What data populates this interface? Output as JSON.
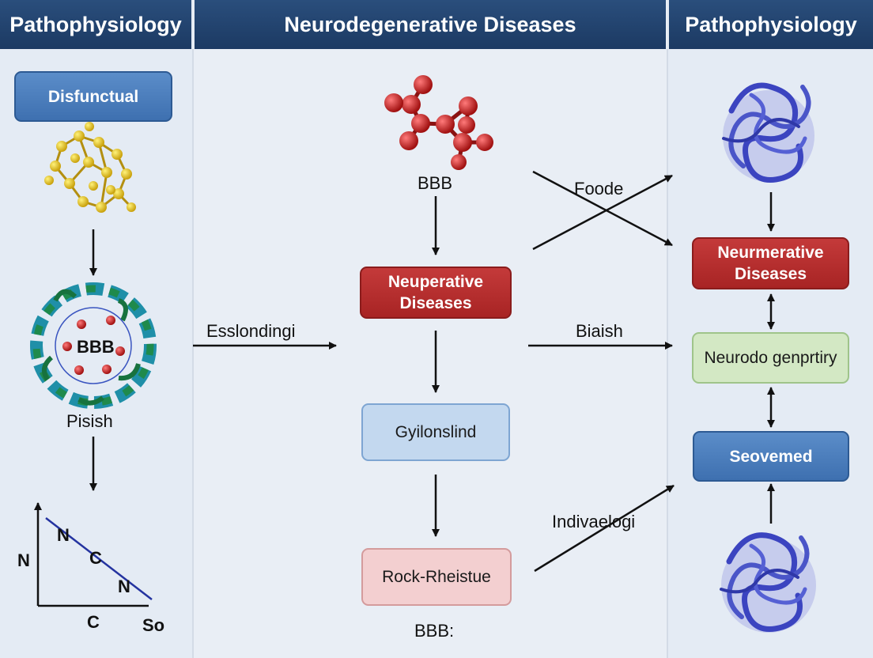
{
  "headers": {
    "left": "Pathophysiology",
    "middle": "Neurodegenerative Diseases",
    "right": "Pathophysiology"
  },
  "left_column": {
    "top_box": "Disfunctual",
    "ring_label": "BBB",
    "below_ring_label": "Pisish",
    "graph": {
      "y_axis_label": "N",
      "x_axis_label": "C",
      "x_end_label": "So",
      "line_labels": [
        "N",
        "C",
        "N"
      ]
    }
  },
  "middle_column": {
    "molecule_label": "BBB",
    "box_1": "Neuperative Diseases",
    "box_2": "Gyilonslind",
    "box_3": "Rock-Rheistue",
    "bottom_label": "BBB:",
    "left_arrow_label": "Esslondingi",
    "cross_label": "Foode",
    "middle_arrow_label": "Biaish",
    "lower_arrow_label": "Indivaelogi"
  },
  "right_column": {
    "box_1": "Neurmerative Diseases",
    "box_2": "Neurodo genprtiry",
    "box_3": "Seovemed"
  },
  "colors": {
    "header": "#1c3a63",
    "blue_box": "#3e70b0",
    "red_box": "#a82424",
    "light_blue_box": "#c3d8ef",
    "pink_box": "#f3cfd0",
    "green_box": "#d3e8c4",
    "yellow_molecule": "#e3c21c",
    "red_molecule": "#c42020",
    "protein": "#4a55c8",
    "ring_green": "#1f8a4c",
    "ring_teal": "#1f8fa8"
  }
}
